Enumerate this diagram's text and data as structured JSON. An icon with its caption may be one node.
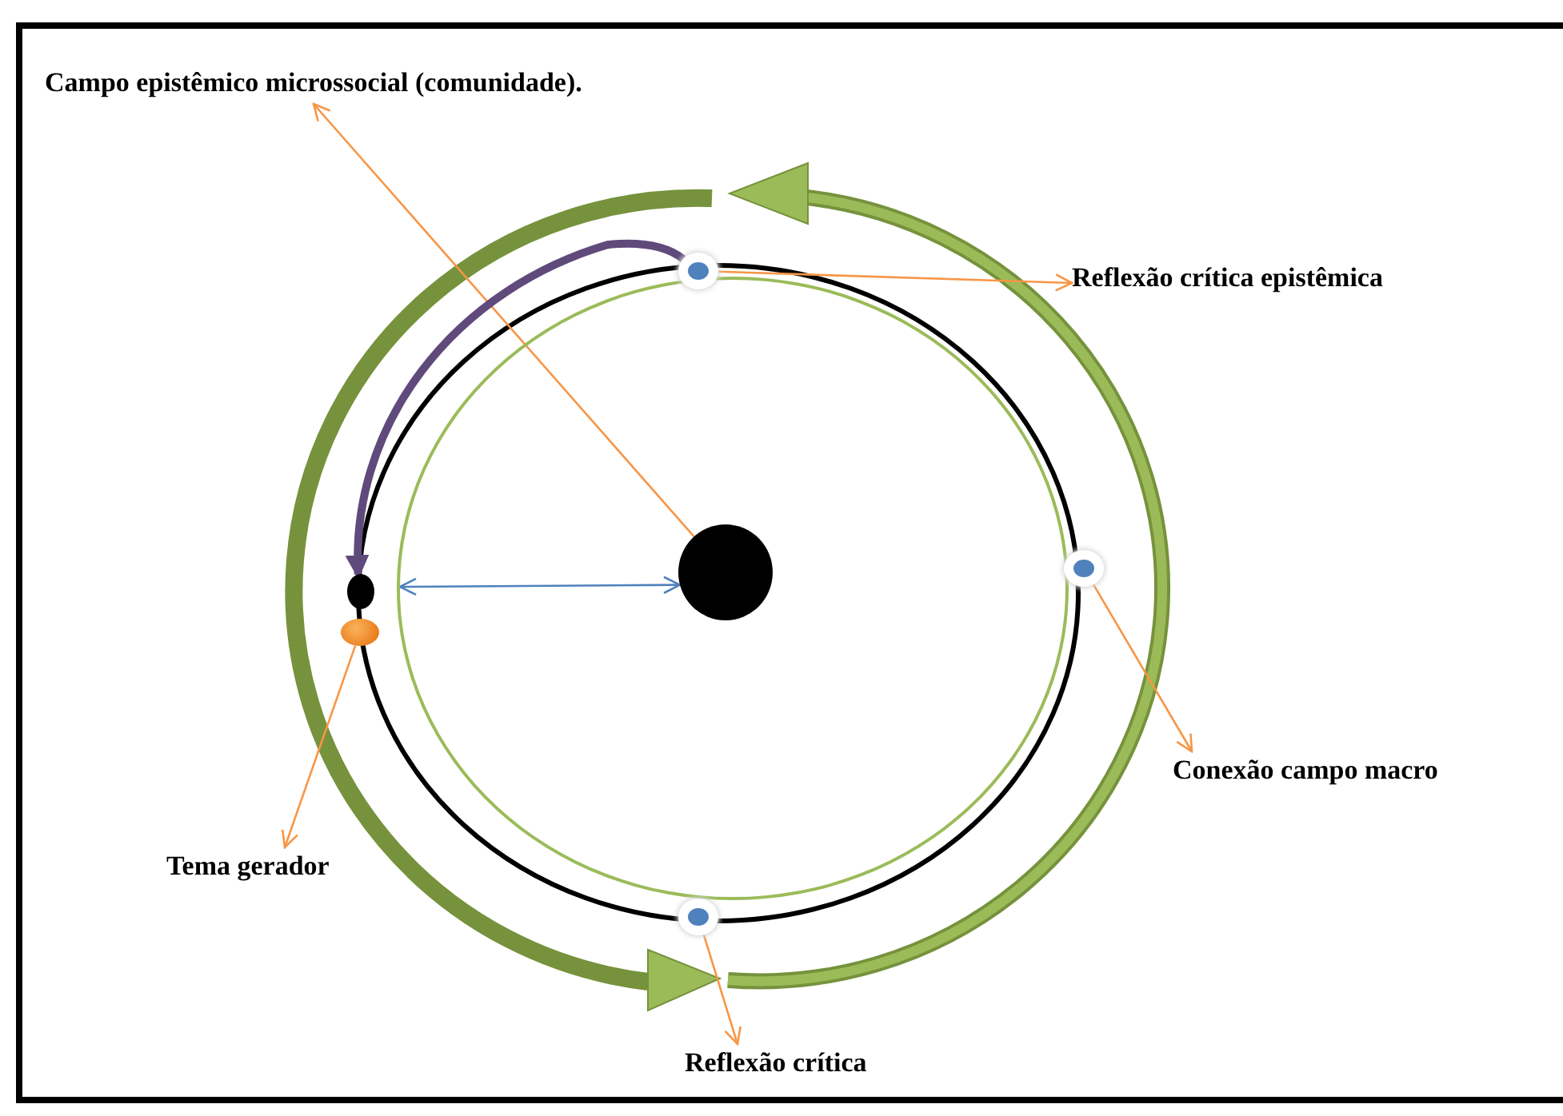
{
  "diagram": {
    "nodes": [
      {
        "text": [
          "Campo epistêmico microssocial (comunidade)."
        ]
      },
      {
        "text": [
          "Reflexão crítica epistêmica"
        ]
      },
      {
        "text": [
          "Conexão campo macro"
        ]
      },
      {
        "text": [
          "Tema gerador"
        ]
      },
      {
        "text": [
          "Reflexão crítica"
        ]
      },
      {
        "text": [],
        "shape": "circle",
        "in": 11
      },
      {
        "text": [],
        "shape": "circle"
      },
      {
        "text": [],
        "shape": "circle"
      },
      {
        "text": [],
        "shape": "circle"
      },
      {
        "text": [],
        "shape": "circle"
      },
      {
        "text": [],
        "shape": "circle"
      },
      {
        "text": [],
        "shape": "circle"
      }
    ],
    "edges": [
      {
        "from": 5,
        "to": 0,
        "arrow": "to"
      },
      {
        "from": 6,
        "to": 1,
        "arrow": "to"
      },
      {
        "from": 7,
        "to": 2,
        "arrow": "to"
      },
      {
        "from": 10,
        "to": 3,
        "arrow": "to"
      },
      {
        "from": 8,
        "to": 4,
        "arrow": "to"
      },
      {
        "from": 11,
        "to": 5,
        "arrow": "both",
        "color": "#4f81bd"
      },
      {
        "from": 6,
        "to": 9,
        "arrow": "to",
        "style": "thick",
        "color": "#604a7b"
      }
    ]
  }
}
